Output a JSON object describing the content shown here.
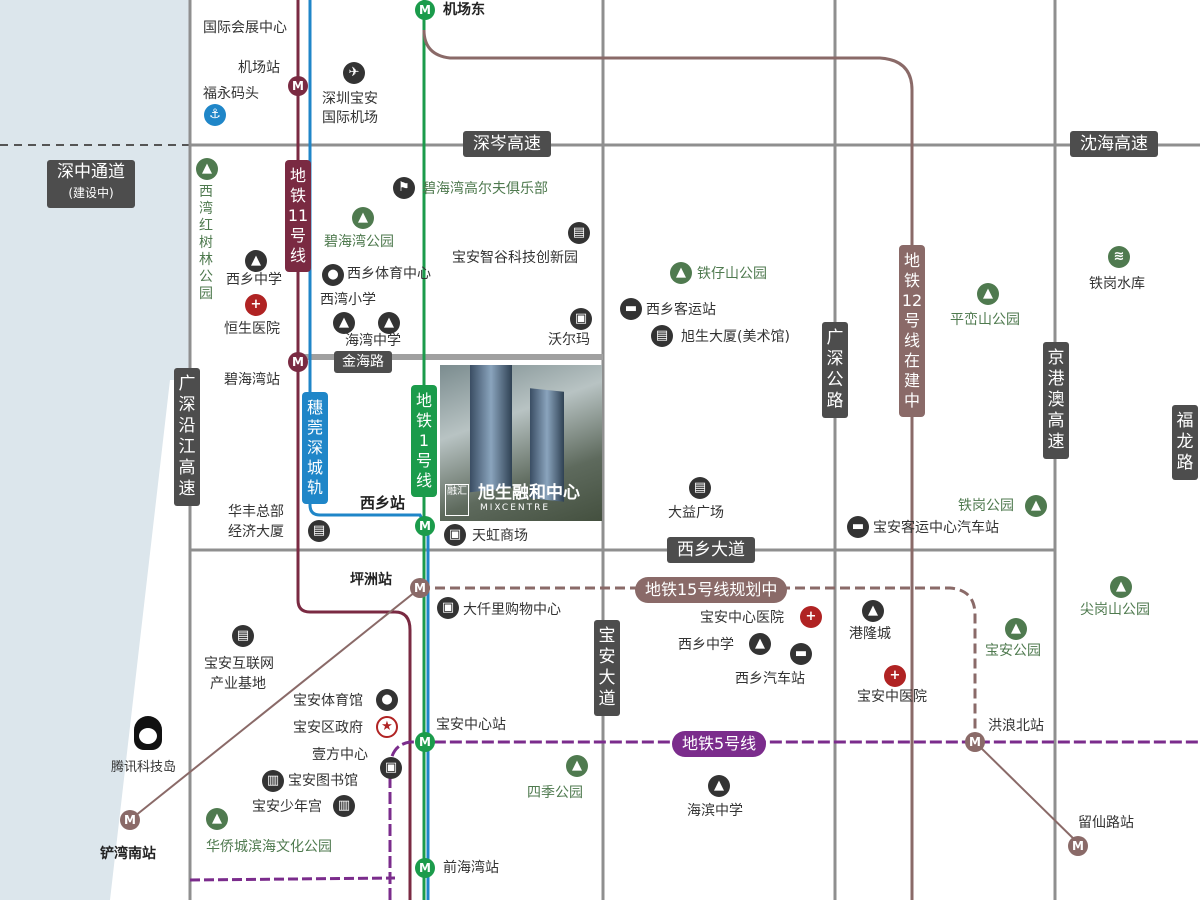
{
  "roads": {
    "shencen": "深岑高速",
    "shenhai": "沈海高速",
    "shenzhong": "深中通道",
    "shenzhong_note": "(建设中)",
    "jinhai": "金海路",
    "xixiang_ave": "西乡大道",
    "guangshen": "广深公路",
    "guangshen_yanjiang": "广深沿江高速",
    "baoan_ave": "宝安大道",
    "jinggangao": "京港澳高速",
    "fulong": "福龙路"
  },
  "metro_lines": {
    "line11": "地铁11号线",
    "line1": "地铁1号线",
    "suiguan": "穗莞深城轨",
    "line12": "地铁12号线在建中",
    "line15": "地铁15号线规划中",
    "line5": "地铁5号线",
    "colors": {
      "line11": "#7a2a42",
      "line1": "#1b9b4b",
      "suiguan": "#1f86c8",
      "line12": "#8a6a68",
      "line15": "#8a6a68",
      "line5": "#7b2c8c"
    }
  },
  "stations": {
    "jichangdong": "机场东",
    "jichang": "机场站",
    "bihaiwan": "碧海湾站",
    "xixiang": "西乡站",
    "pingzhou": "坪洲站",
    "baoan_center": "宝安中心站",
    "qianhaiwan": "前海湾站",
    "hongnang_north": "洪浪北站",
    "liuxianlu": "留仙路站",
    "chanwan_south": "铲湾南站",
    "metro_symbol": "M"
  },
  "pois": {
    "expo": "国际会展中心",
    "fuyong_pier": "福永码头",
    "airport": [
      "深圳宝安",
      "国际机场"
    ],
    "golf": "碧海湾高尔夫俱乐部",
    "bihaiwan_park": "碧海湾公园",
    "mangrove": "西湾红树林公园",
    "xixiang_sports": "西乡体育中心",
    "xixiang_middle": "西乡中学",
    "hengsheng_hospital": "恒生医院",
    "xiwan_primary": "西湾小学",
    "haiwan_middle": "海湾中学",
    "zhigu": "宝安智谷科技创新园",
    "walmart": "沃尔玛",
    "tiezaishan": "铁仔山公园",
    "xixiang_bus": "西乡客运站",
    "hengsheng_building": "旭生大厦(美术馆)",
    "pingluanshan": "平峦山公园",
    "tiegang_reservoir": "铁岗水库",
    "huafeng": [
      "华丰总部",
      "经济大厦"
    ],
    "tianhong": "天虹商场",
    "dayi": "大益广场",
    "tiegang_park": "铁岗公园",
    "baoan_bus": "宝安客运中心汽车站",
    "daqianli": "大仟里购物中心",
    "internet_base": [
      "宝安互联网",
      "产业基地"
    ],
    "baoan_center_hospital": "宝安中心医院",
    "xixiang_middle2": "西乡中学",
    "xixiang_bus2": "西乡汽车站",
    "ganglongcheng": "港隆城",
    "tcm_hospital": "宝安中医院",
    "baoan_park": "宝安公园",
    "jiangangshan": "尖岗山公园",
    "baoan_gym": "宝安体育馆",
    "district_gov": "宝安区政府",
    "yifang": "壹方中心",
    "library": "宝安图书馆",
    "youth_palace": "宝安少年宫",
    "huaqiao_park": "华侨城滨海文化公园",
    "sijipark": "四季公园",
    "binhai_middle": "海滨中学",
    "tencent_island": "腾讯科技岛"
  },
  "project": {
    "name": "旭生融和中心",
    "english": "MIXCENTRE",
    "logo": "融汇"
  },
  "colors": {
    "water": "#dce6ec",
    "road": "#8a8a8a",
    "label_road": "#4d4d4d",
    "park_green": "#4f7a4f",
    "hospital_red": "#b02323"
  }
}
